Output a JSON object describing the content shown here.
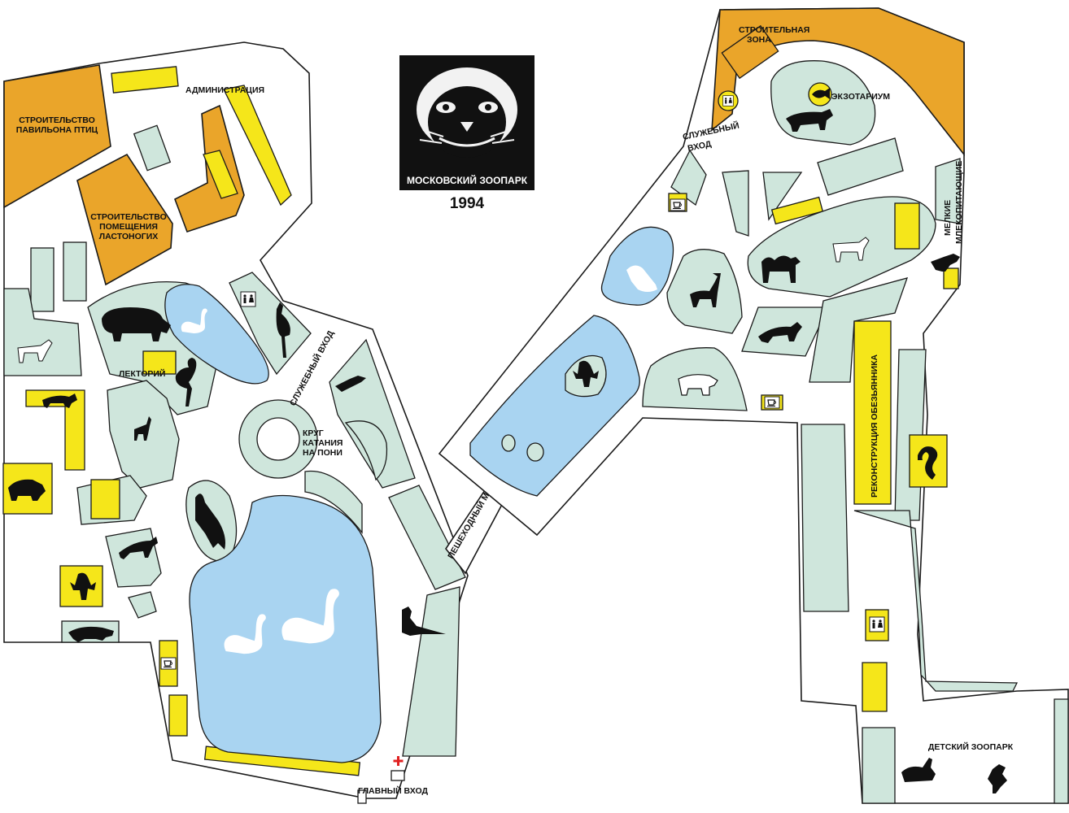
{
  "map": {
    "logo": {
      "name": "МОСКОВСКИЙ ЗООПАРК",
      "year": "1994"
    },
    "labels": {
      "admin": "АДМИНИСТРАЦИЯ",
      "bird_pavilion_1": "СТРОИТЕЛЬСТВО",
      "bird_pavilion_2": "ПАВИЛЬОНА ПТИЦ",
      "pinnipeds_1": "СТРОИТЕЛЬСТВО",
      "pinnipeds_2": "ПОМЕЩЕНИЯ",
      "pinnipeds_3": "ЛАСТОНОГИХ",
      "lecture": "ЛЕКТОРИЙ",
      "service_entrance_left": "СЛУЖЕБНЫЙ ВХОД",
      "pony_1": "КРУГ",
      "pony_2": "КАТАНИЯ",
      "pony_3": "НА ПОНИ",
      "bridge": "ПЕШЕХОДНЫЙ МОСТ",
      "main_entrance": "ГЛАВНЫЙ ВХОД",
      "construction_zone_1": "СТРОИТЕЛЬНАЯ",
      "construction_zone_2": "ЗОНА",
      "exotarium": "ЭКЗОТАРИУМ",
      "service_entrance_right_1": "СЛУЖЕБНЫЙ",
      "service_entrance_right_2": "ВХОД",
      "small_mammals_1": "МЕЛКИЕ",
      "small_mammals_2": "МЛЕКОПИТАЮЩИЕ",
      "monkey_house": "РЕКОНСТРУКЦИЯ ОБЕЗЬЯННИКА",
      "children_zoo": "ДЕТСКИЙ ЗООПАРК"
    },
    "colors": {
      "path": "#ffffff",
      "enclosure": "#cfe6dc",
      "water": "#a9d4f1",
      "building": "#f5e61a",
      "construction": "#eaa52a",
      "outline": "#1a1a1a",
      "first_aid": "#e02020"
    }
  }
}
